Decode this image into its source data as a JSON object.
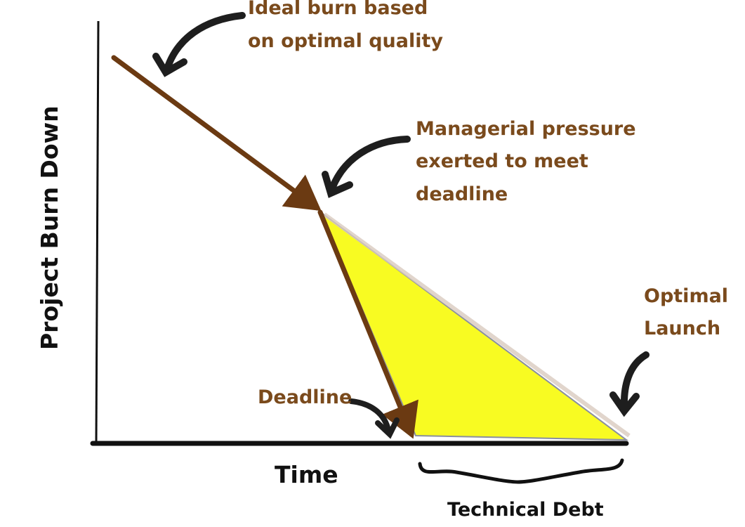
{
  "colors": {
    "brown_line": "#6b3a12",
    "brown_text": "#7a4a1c",
    "debt_fill": "#f8fb22",
    "axis": "#111111",
    "arrow": "#1e1e1e"
  },
  "axes": {
    "y_label": "Project Burn Down",
    "x_label": "Time"
  },
  "annotations": {
    "ideal_burn": [
      "Ideal burn based",
      "on optimal quality"
    ],
    "managerial_pressure": [
      "Managerial pressure",
      "exerted to meet",
      "deadline"
    ],
    "optimal_launch": [
      "Optimal",
      "Launch"
    ],
    "deadline": "Deadline",
    "technical_debt": "Technical Debt"
  },
  "icons": [
    "curved-arrow-icon",
    "brace-icon"
  ]
}
